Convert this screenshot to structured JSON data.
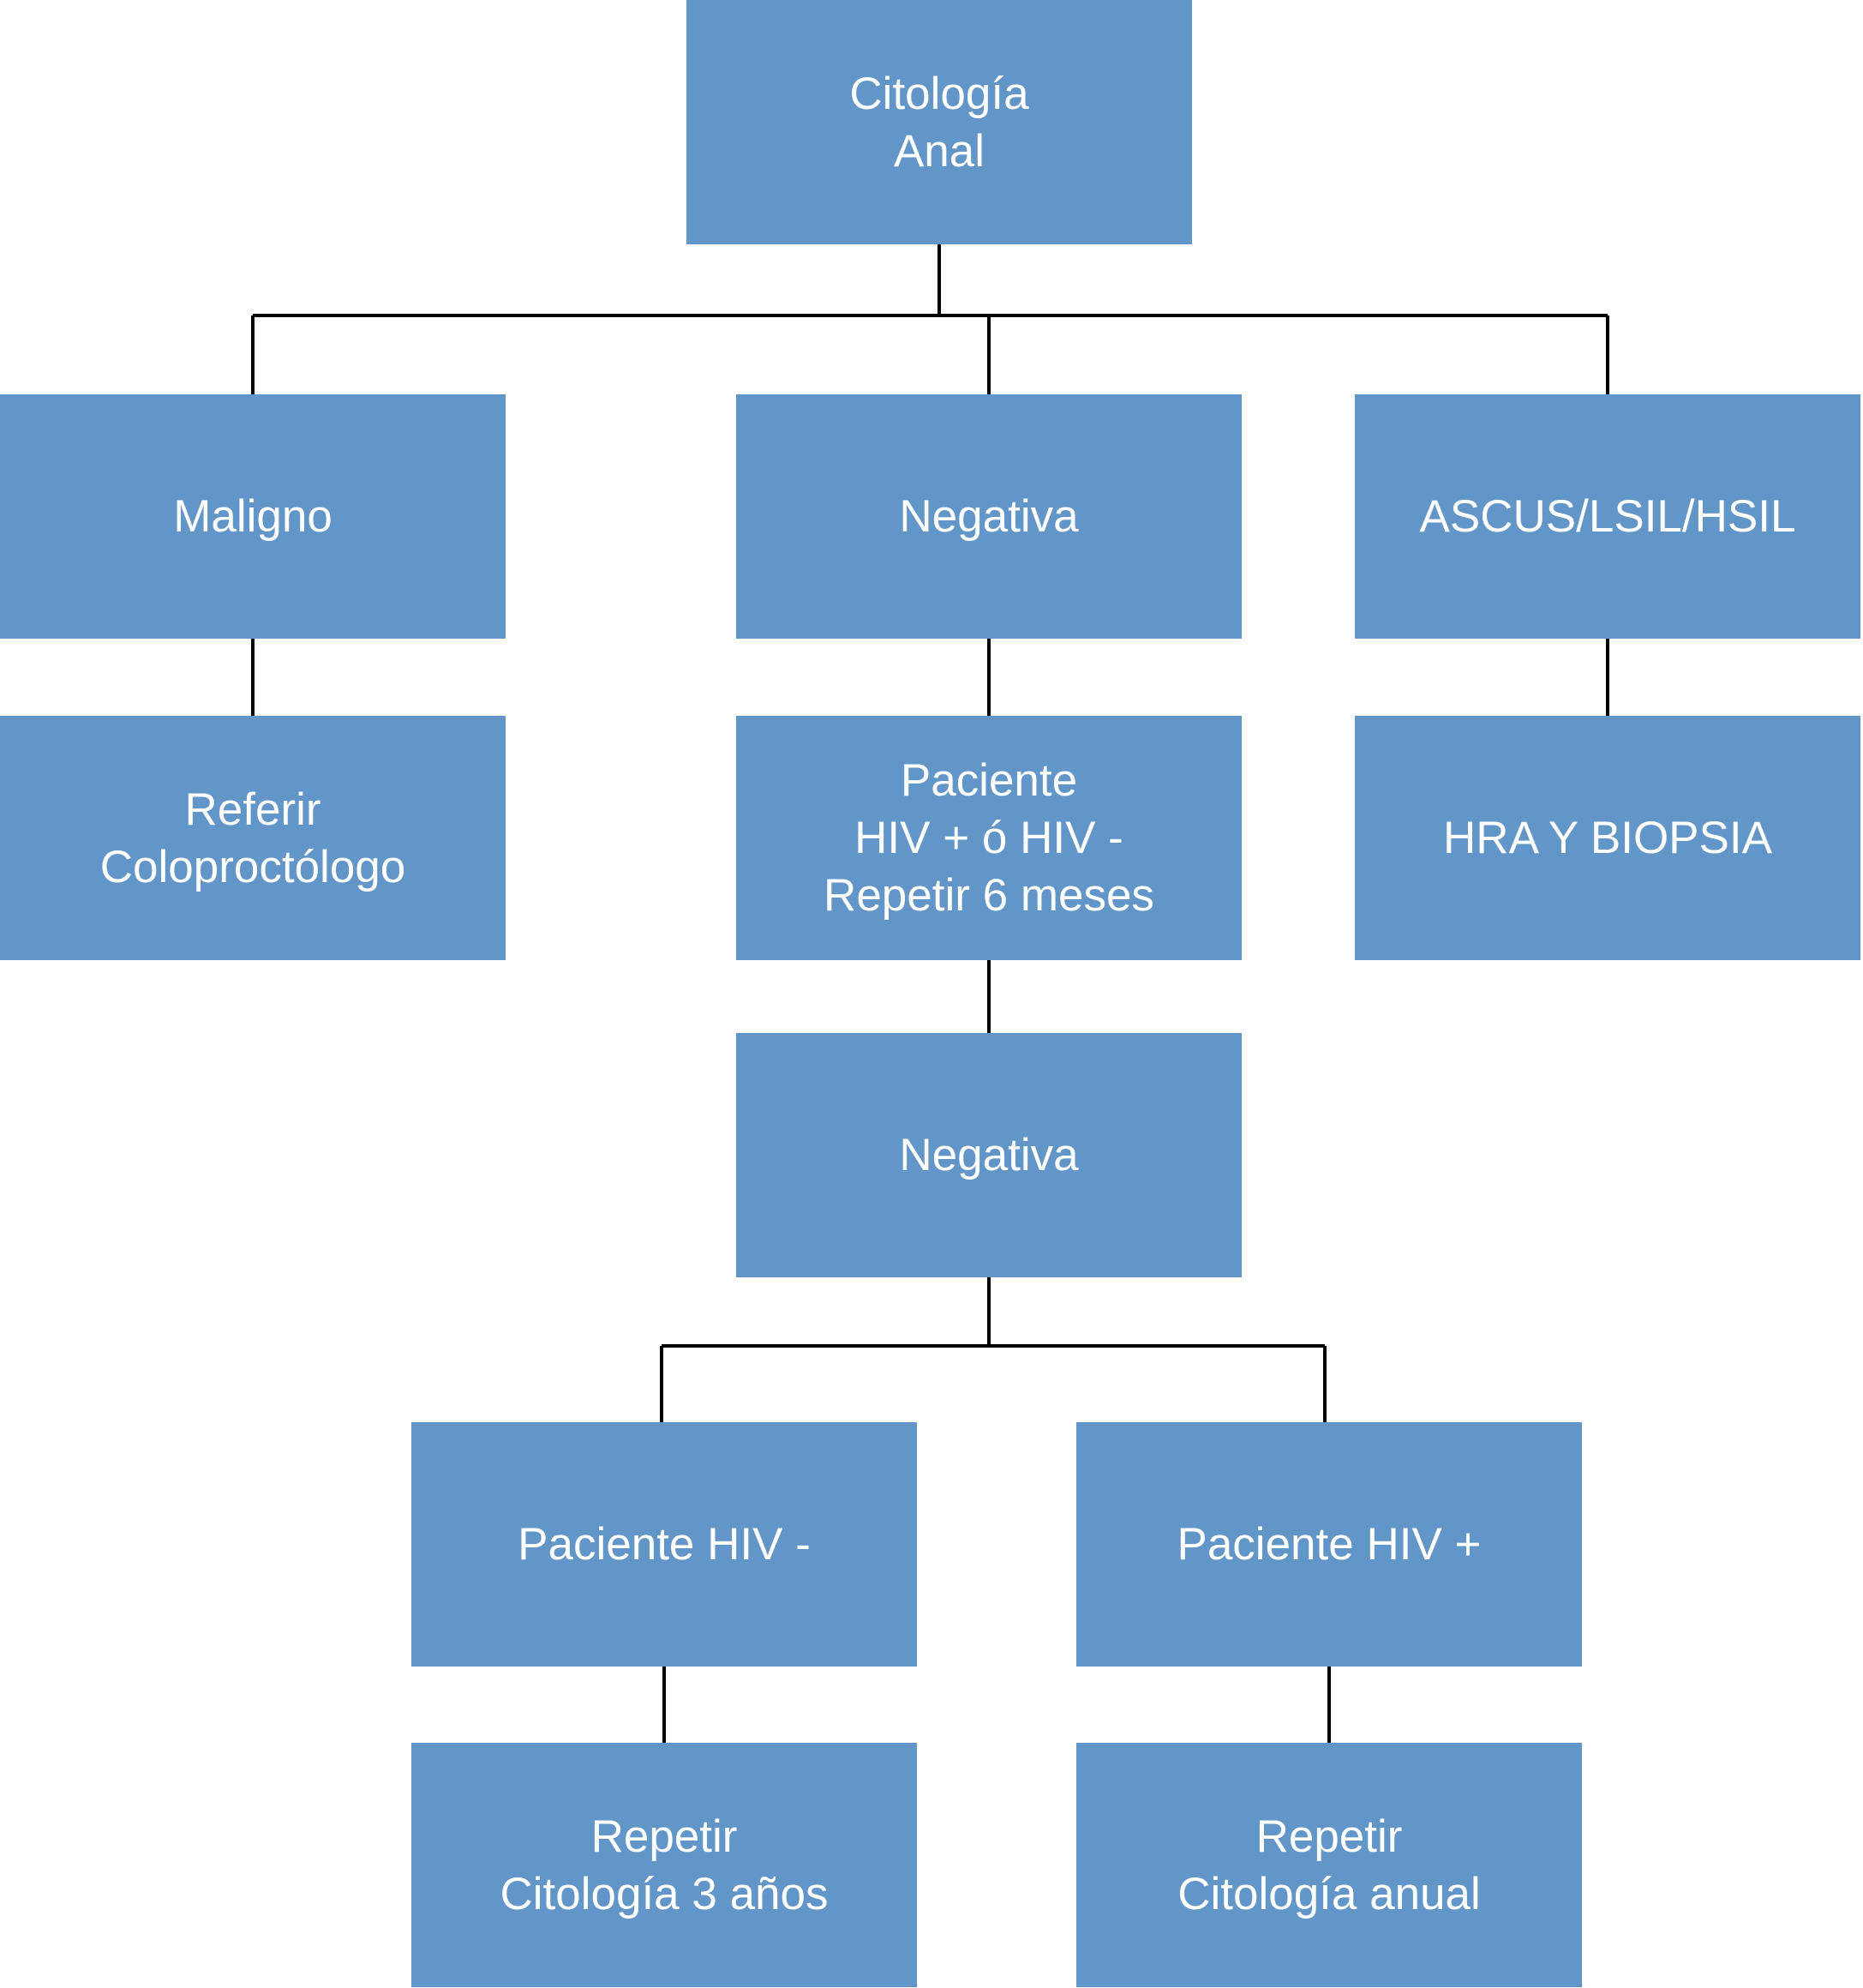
{
  "diagram": {
    "nodes": {
      "root": "Citología\nAnal",
      "maligno": "Maligno",
      "negativa1": "Negativa",
      "ascus": "ASCUS/LSIL/HSIL",
      "referir": "Referir\nColoproctólogo",
      "paciente_repetir": "Paciente\nHIV + ó HIV -\nRepetir 6 meses",
      "hra": "HRA Y BIOPSIA",
      "negativa2": "Negativa",
      "hiv_neg": "Paciente HIV -",
      "hiv_pos": "Paciente HIV +",
      "repetir_3": "Repetir\nCitología 3 años",
      "repetir_anual": "Repetir\nCitología anual"
    },
    "edges": [
      [
        "root",
        "maligno"
      ],
      [
        "root",
        "negativa1"
      ],
      [
        "root",
        "ascus"
      ],
      [
        "maligno",
        "referir"
      ],
      [
        "negativa1",
        "paciente_repetir"
      ],
      [
        "ascus",
        "hra"
      ],
      [
        "paciente_repetir",
        "negativa2"
      ],
      [
        "negativa2",
        "hiv_neg"
      ],
      [
        "negativa2",
        "hiv_pos"
      ],
      [
        "hiv_neg",
        "repetir_3"
      ],
      [
        "hiv_pos",
        "repetir_anual"
      ]
    ],
    "colors": {
      "box_fill": "#6396c8",
      "box_text": "#ffffff",
      "connector": "#000000"
    }
  }
}
